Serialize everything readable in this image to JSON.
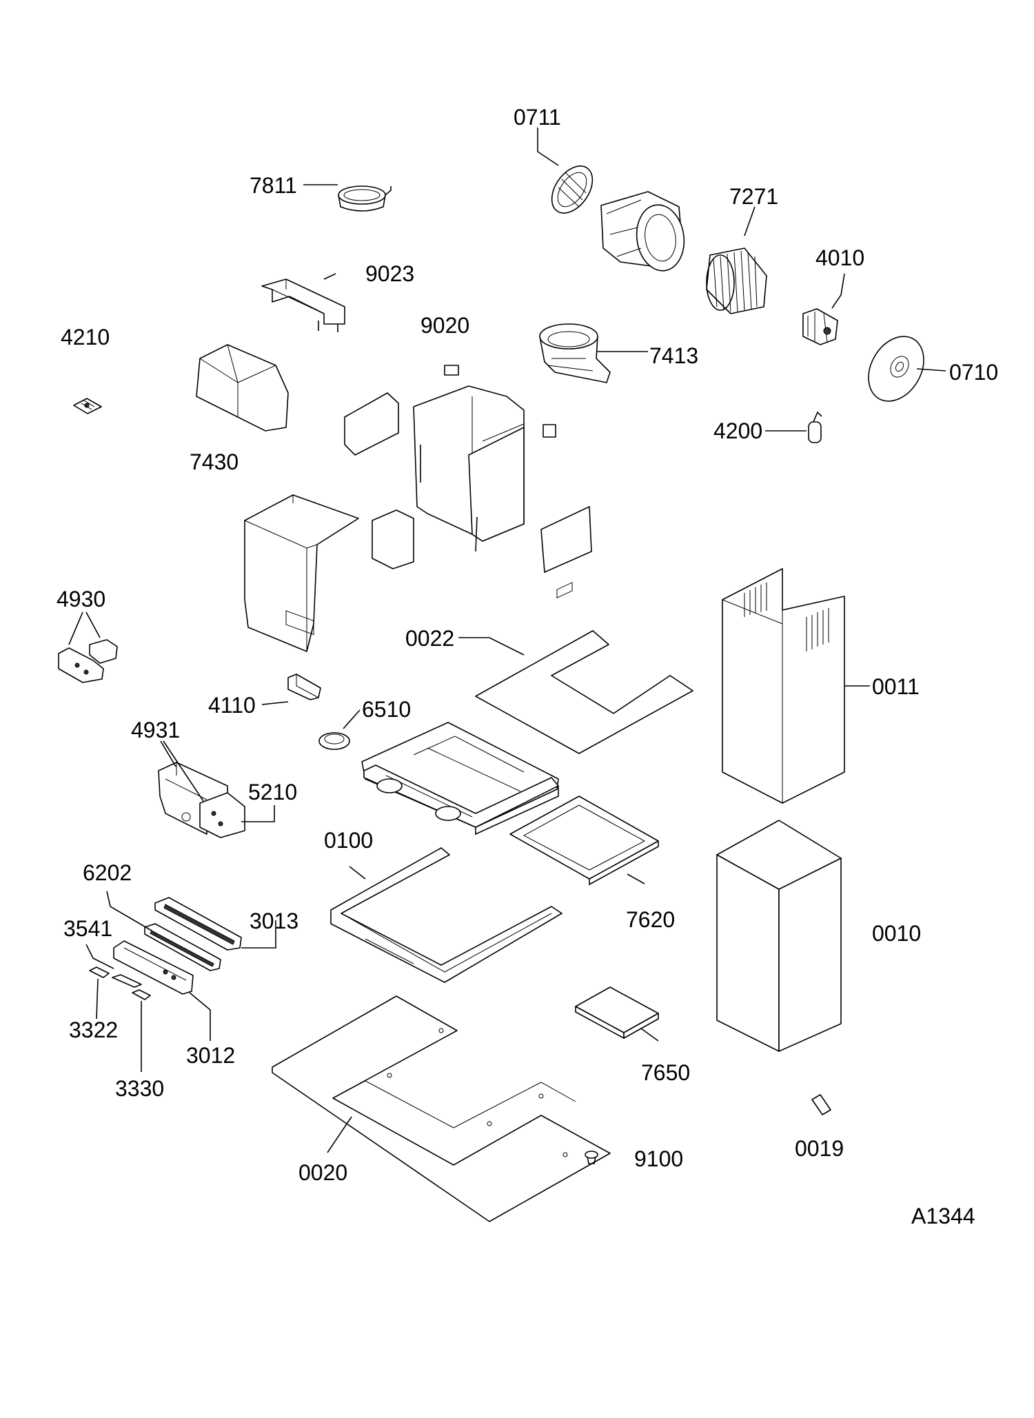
{
  "diagram": {
    "drawing_code": "A1344",
    "part_labels": {
      "p0711": "0711",
      "p7811": "7811",
      "p7271": "7271",
      "p9023": "9023",
      "p4010": "4010",
      "p4210": "4210",
      "p9020": "9020",
      "p7413": "7413",
      "p0710": "0710",
      "p4200": "4200",
      "p7430": "7430",
      "p4930": "4930",
      "p0022": "0022",
      "p0011": "0011",
      "p4110": "4110",
      "p6510": "6510",
      "p4931": "4931",
      "p5210": "5210",
      "p0100": "0100",
      "p6202": "6202",
      "p3013": "3013",
      "p7620": "7620",
      "p3541": "3541",
      "p0010": "0010",
      "p3322": "3322",
      "p3012": "3012",
      "p7650": "7650",
      "p3330": "3330",
      "p0019": "0019",
      "p9100": "9100",
      "p0020": "0020"
    }
  }
}
